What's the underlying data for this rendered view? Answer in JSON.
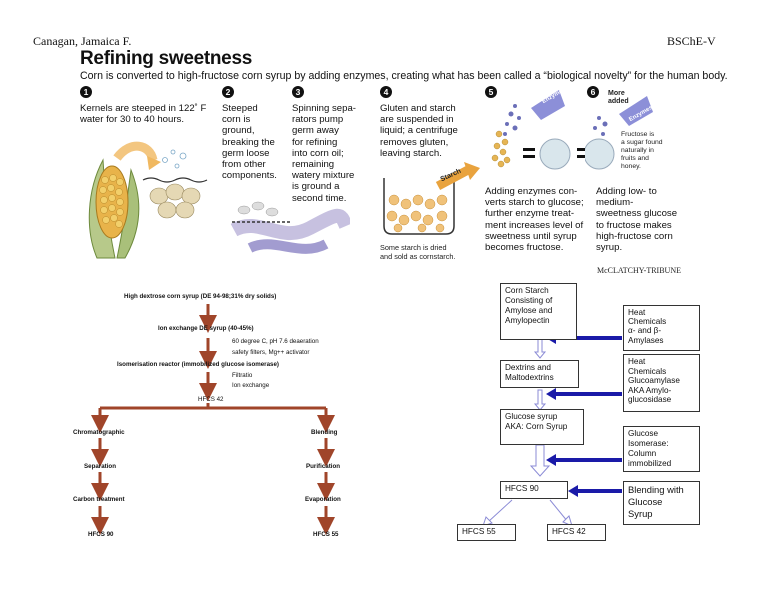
{
  "header": {
    "author": "Canagan, Jamaica F.",
    "course": "BSChE-V"
  },
  "infographic": {
    "title": "Refining sweetness",
    "subtitle": "Corn is converted to high-fructose corn syrup by adding enzymes, creating what has been called a “biological novelty” for the human body.",
    "steps": [
      {
        "number": "1",
        "lines": [
          "Kernels are steeped in 122˚ F",
          "water for 30 to 40 hours."
        ]
      },
      {
        "number": "2",
        "lines": [
          "Steeped",
          "corn is",
          "ground,",
          "breaking the",
          "germ loose",
          "from other",
          "components."
        ]
      },
      {
        "number": "3",
        "lines": [
          "Spinning sepa-",
          "rators pump",
          "germ away",
          "for refining",
          "into corn oil;",
          "remaining",
          "watery mixture",
          "is ground a",
          "second time."
        ]
      },
      {
        "number": "4",
        "lines": [
          "Gluten and starch",
          "are suspended in",
          "liquid; a centrifuge",
          "removes gluten,",
          "leaving starch."
        ]
      },
      {
        "number": "5",
        "lines": [
          "Adding enzymes con-",
          "verts starch to glucose;",
          "further enzyme treat-",
          "ment increases level of",
          "sweetness until syrup",
          "becomes fructose."
        ]
      },
      {
        "number": "6",
        "lines": [
          "Adding low- to",
          "medium-",
          "sweetness glucose",
          "to fructose makes",
          "high-fructose corn",
          "syrup."
        ]
      }
    ],
    "starch_label": "Starch",
    "starch_note": [
      "Some starch is dried",
      "and sold as cornstarch."
    ],
    "enzymes_label": "Enzymes",
    "more_added": [
      "More",
      "added"
    ],
    "fructose_note": [
      "Fructose is",
      "a sugar found",
      "naturally in",
      "fruits and",
      "honey."
    ],
    "credit": "McCLATCHY-TRIBUNE"
  },
  "left_flowchart": {
    "top": "High dextrose corn syrup (DE 94-98;31% dry solids)",
    "ion_exchange": "Ion exchange DE syrup (40-45%)",
    "cond1": "60 degree C, pH 7.6 deaeration",
    "cond2": "safety filters, Mg++ activator",
    "isomerisation": "Isomerisation reactor (immobilized glucose isomerase)",
    "filtration": "Filtratio",
    "ion_exchange2": "Ion exchange",
    "hfcs42": "HFCS 42",
    "left_branch": [
      "Chromatographic",
      "Separation",
      "Carbon treatment",
      "HFCS 90"
    ],
    "right_branch": [
      "Blending",
      "Purification",
      "Evaporation",
      "HFCS 55"
    ]
  },
  "right_flowchart": {
    "main": [
      [
        "Corn Starch",
        "Consisting of",
        "Amylose  and",
        "Amylopectin"
      ],
      [
        "Dextrins and",
        "Maltodextrins"
      ],
      [
        "Glucose syrup",
        "AKA: Corn Syrup"
      ],
      [
        "HFCS 90"
      ]
    ],
    "side": [
      [
        "Heat",
        "Chemicals",
        "α- and  β-",
        "Amylases"
      ],
      [
        "Heat",
        "Chemicals",
        "Glucoamylase",
        "AKA Amylo-",
        "glucosidase"
      ],
      [
        "Glucose",
        "Isomerase:",
        "Column",
        "immobilized"
      ],
      [
        "Blending with",
        "Glucose",
        "Syrup"
      ]
    ],
    "outputs": [
      "HFCS 55",
      "HFCS 42"
    ]
  }
}
